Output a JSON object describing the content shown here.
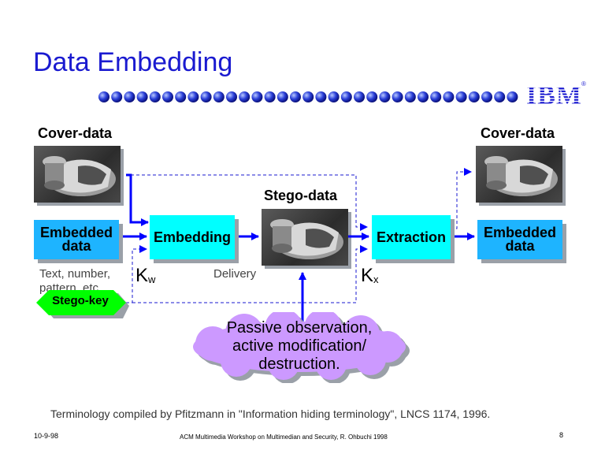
{
  "title": "Data Embedding",
  "logo": {
    "text": "IBM",
    "mark": "®",
    "color": "#1a1ad0"
  },
  "colors": {
    "accent": "#1a1ad0",
    "process_box": "#00ffff",
    "data_box": "#1eb4ff",
    "stego_key": "#00ff00",
    "cloud": "#cc99ff",
    "arrow": "#0000ff"
  },
  "diagram": {
    "cover_data_left": "Cover-data",
    "cover_data_right": "Cover-data",
    "stego_data": "Stego-data",
    "embedded_data_left": {
      "line1": "Embedded",
      "line2": "data"
    },
    "embedded_data_right": {
      "line1": "Embedded",
      "line2": "data"
    },
    "embedding": "Embedding",
    "extraction": "Extraction",
    "delivery": "Delivery",
    "text_number": {
      "line1": "Text, number,",
      "line2": "pattern, etc."
    },
    "stego_key": "Stego-key",
    "kw": {
      "main": "K",
      "sub": "w"
    },
    "kx": {
      "main": "K",
      "sub": "x"
    },
    "attack": {
      "line1": "Passive observation,",
      "line2": "active modification/",
      "line3": "destruction."
    }
  },
  "reference": "Terminology compiled by Pfitzmann in \"Information hiding terminology\", LNCS 1174, 1996.",
  "footer": {
    "date": "10-9-98",
    "venue": "ACM Multimedia Workshop on Multimedian and Security, R. Ohbuchi 1998",
    "page": "8"
  }
}
